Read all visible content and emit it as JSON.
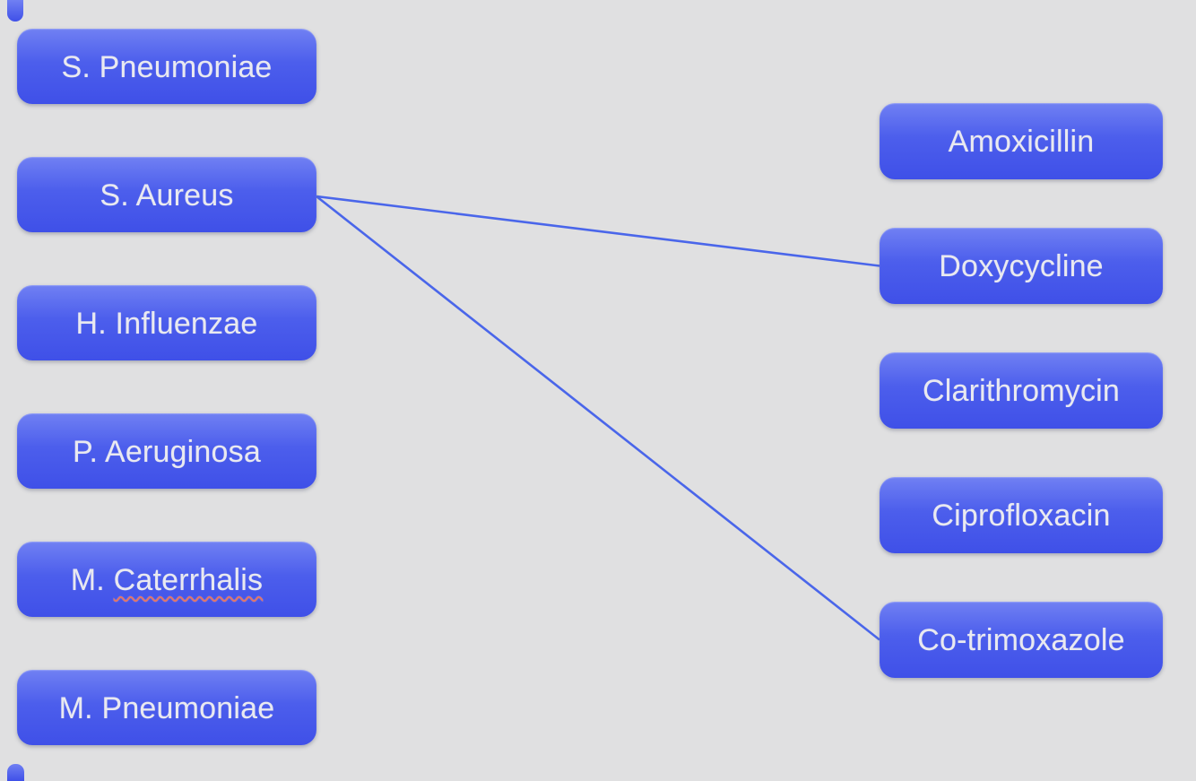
{
  "diagram": {
    "colors": {
      "background": "#e0e0e1",
      "node_gradient_top": "#7080f3",
      "node_gradient_mid": "#4c5eec",
      "node_gradient_bottom": "#3f50e8",
      "node_text": "#e9e9f0",
      "connector": "#4a66ea",
      "spellcheck_squiggle": "#e0756a"
    }
  },
  "left_column": {
    "items": [
      {
        "id": "s-pneumoniae",
        "label": "S. Pneumoniae"
      },
      {
        "id": "s-aureus",
        "label": "S. Aureus"
      },
      {
        "id": "h-influenzae",
        "label": "H. Influenzae"
      },
      {
        "id": "p-aeruginosa",
        "label": "P. Aeruginosa"
      },
      {
        "id": "m-caterrhalis",
        "label": "M. Caterrhalis",
        "label_prefix": "M. ",
        "misspelled_word": "Caterrhalis",
        "spellcheck_underline": true
      },
      {
        "id": "m-pneumoniae",
        "label": "M. Pneumoniae"
      }
    ]
  },
  "right_column": {
    "items": [
      {
        "id": "amoxicillin",
        "label": "Amoxicillin"
      },
      {
        "id": "doxycycline",
        "label": "Doxycycline"
      },
      {
        "id": "clarithromycin",
        "label": "Clarithromycin"
      },
      {
        "id": "ciprofloxacin",
        "label": "Ciprofloxacin"
      },
      {
        "id": "co-trimoxazole",
        "label": "Co-trimoxazole"
      }
    ]
  },
  "connections": [
    {
      "from": "s-aureus",
      "to": "doxycycline"
    },
    {
      "from": "s-aureus",
      "to": "co-trimoxazole"
    }
  ]
}
